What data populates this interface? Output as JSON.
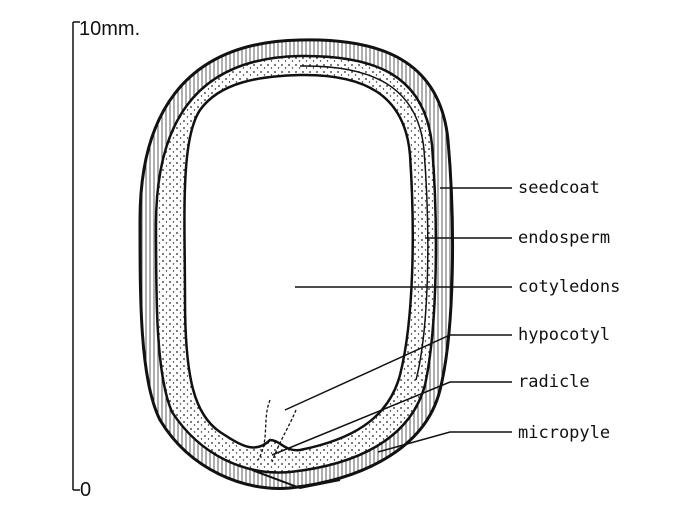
{
  "scale": {
    "top_label": "10mm.",
    "bottom_label": "0"
  },
  "labels": [
    {
      "id": "seedcoat",
      "text": "seedcoat"
    },
    {
      "id": "endosperm",
      "text": "endosperm"
    },
    {
      "id": "cotyledons",
      "text": "cotyledons"
    },
    {
      "id": "hypocotyl",
      "text": "hypocotyl"
    },
    {
      "id": "radicle",
      "text": "radicle"
    },
    {
      "id": "micropyle",
      "text": "micropyle"
    }
  ]
}
